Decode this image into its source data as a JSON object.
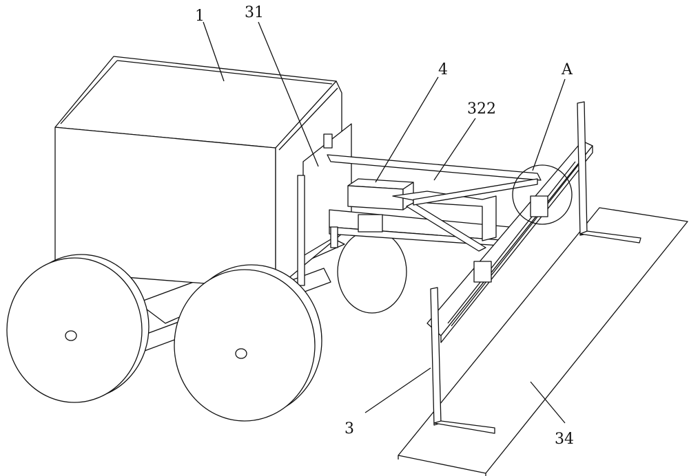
{
  "figure": {
    "labels": {
      "body": "1",
      "mount_plate": "31",
      "drive_unit": "4",
      "link_rod": "322",
      "detail": "A",
      "frame": "3",
      "base_plate": "34"
    }
  }
}
